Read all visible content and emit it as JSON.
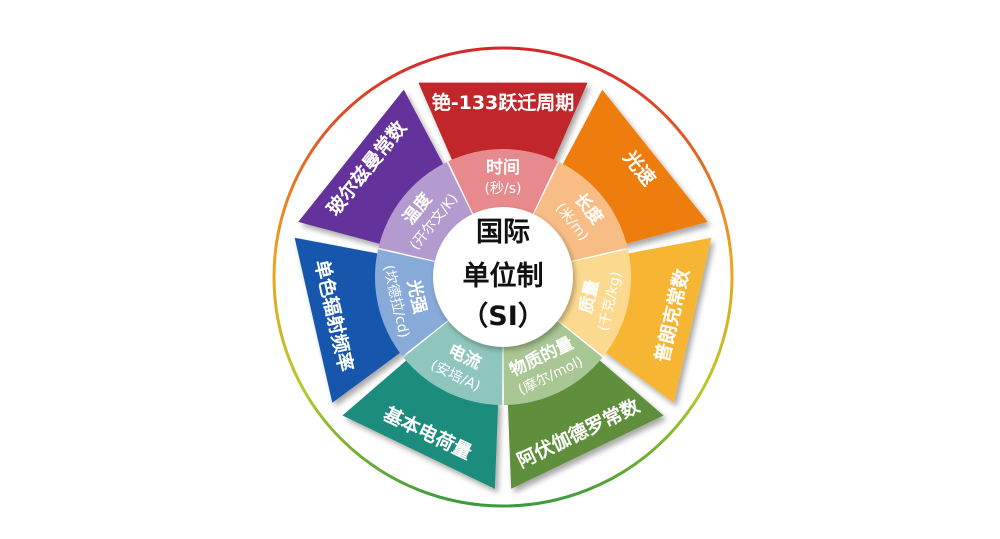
{
  "center": {
    "line1": "国际",
    "line2": "单位制",
    "line3": "（SI）"
  },
  "segments": [
    {
      "unit": "时间",
      "symbol": "(秒/s)",
      "constant": "铯-133跃迁周期",
      "outer_color": "#c0262c",
      "inner_color": "#e68a8e"
    },
    {
      "unit": "长度",
      "symbol": "(米/m)",
      "constant": "光速",
      "outer_color": "#ee7d0f",
      "inner_color": "#f7bd84"
    },
    {
      "unit": "质量",
      "symbol": "(千克/kg)",
      "constant": "普朗克常数",
      "outer_color": "#f6b532",
      "inner_color": "#fbd98f"
    },
    {
      "unit": "物质的量",
      "symbol": "(摩尔/mol)",
      "constant": "阿伏伽德罗常数",
      "outer_color": "#5f8e3c",
      "inner_color": "#a9c794"
    },
    {
      "unit": "电流",
      "symbol": "(安培/A)",
      "constant": "基本电荷量",
      "outer_color": "#1e8c7d",
      "inner_color": "#8ec6bd"
    },
    {
      "unit": "光强",
      "symbol": "(坎德拉/cd)",
      "constant": "单色辐射频率",
      "outer_color": "#1456ad",
      "inner_color": "#88aad9"
    },
    {
      "unit": "温度",
      "symbol": "(开尔文/K)",
      "constant": "玻尔兹曼常数",
      "outer_color": "#64309a",
      "inner_color": "#b39bd0"
    }
  ]
}
